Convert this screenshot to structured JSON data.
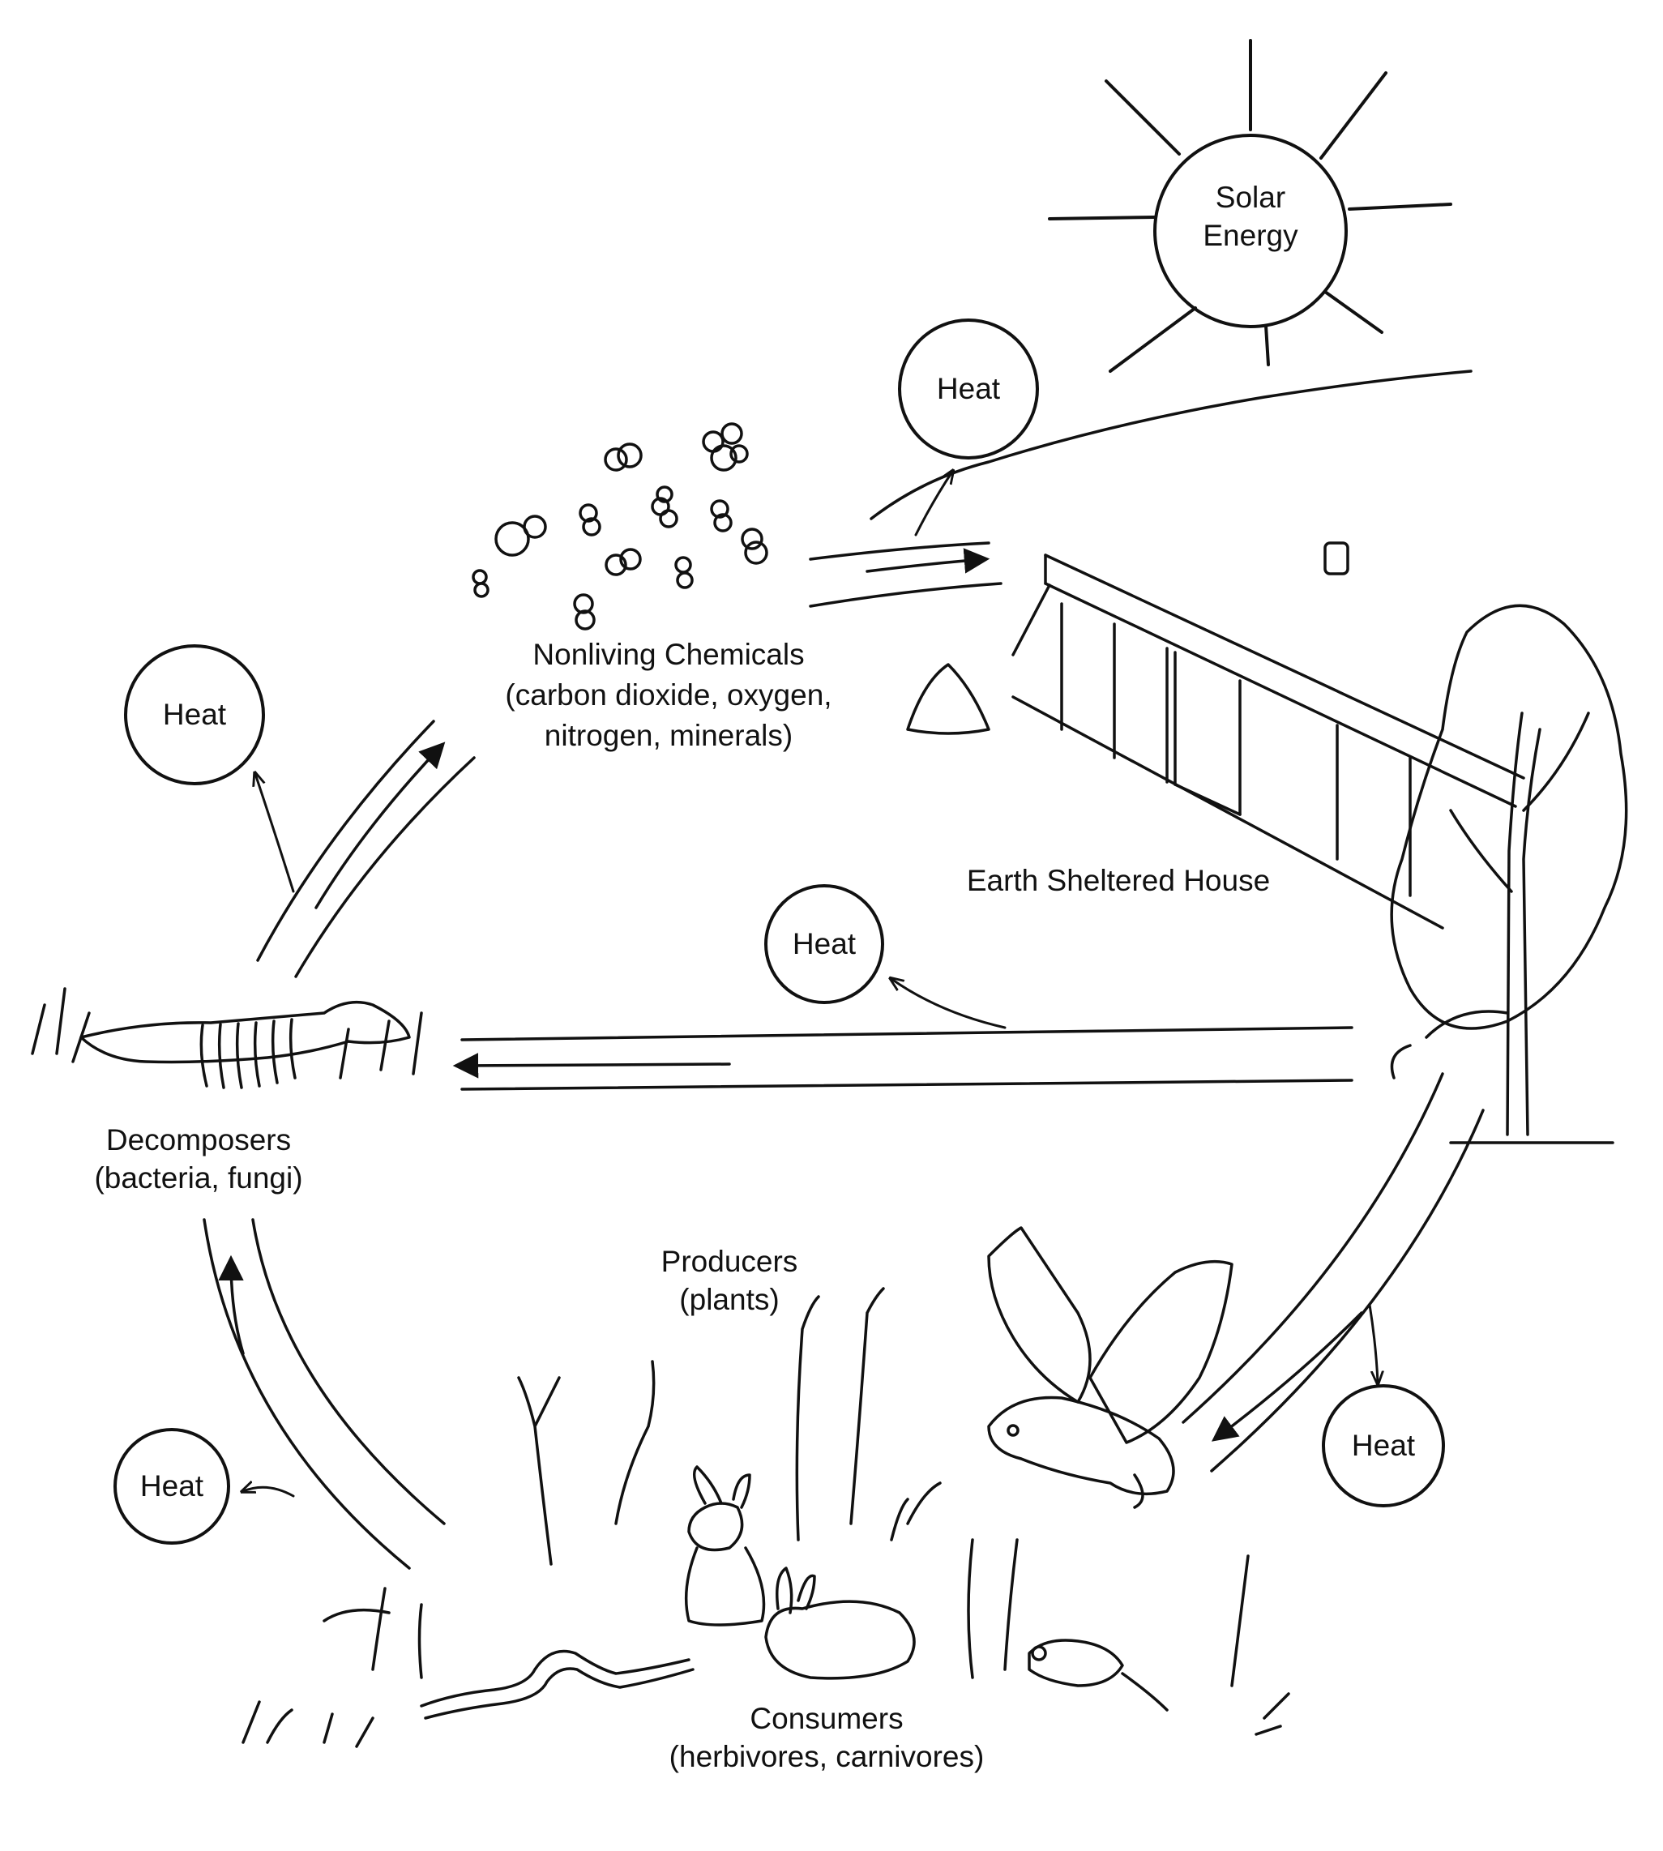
{
  "solar": {
    "line1": "Solar",
    "line2": "Energy"
  },
  "heat_label": "Heat",
  "nonliving": {
    "line1": "Nonliving Chemicals",
    "line2": "(carbon dioxide, oxygen,",
    "line3": "nitrogen, minerals)"
  },
  "house": {
    "label": "Earth Sheltered House"
  },
  "decomposers": {
    "line1": "Decomposers",
    "line2": "(bacteria, fungi)"
  },
  "producers": {
    "line1": "Producers",
    "line2": "(plants)"
  },
  "consumers": {
    "line1": "Consumers",
    "line2": "(herbivores, carnivores)"
  },
  "colors": {
    "ink": "#111111",
    "paper": "#ffffff"
  }
}
